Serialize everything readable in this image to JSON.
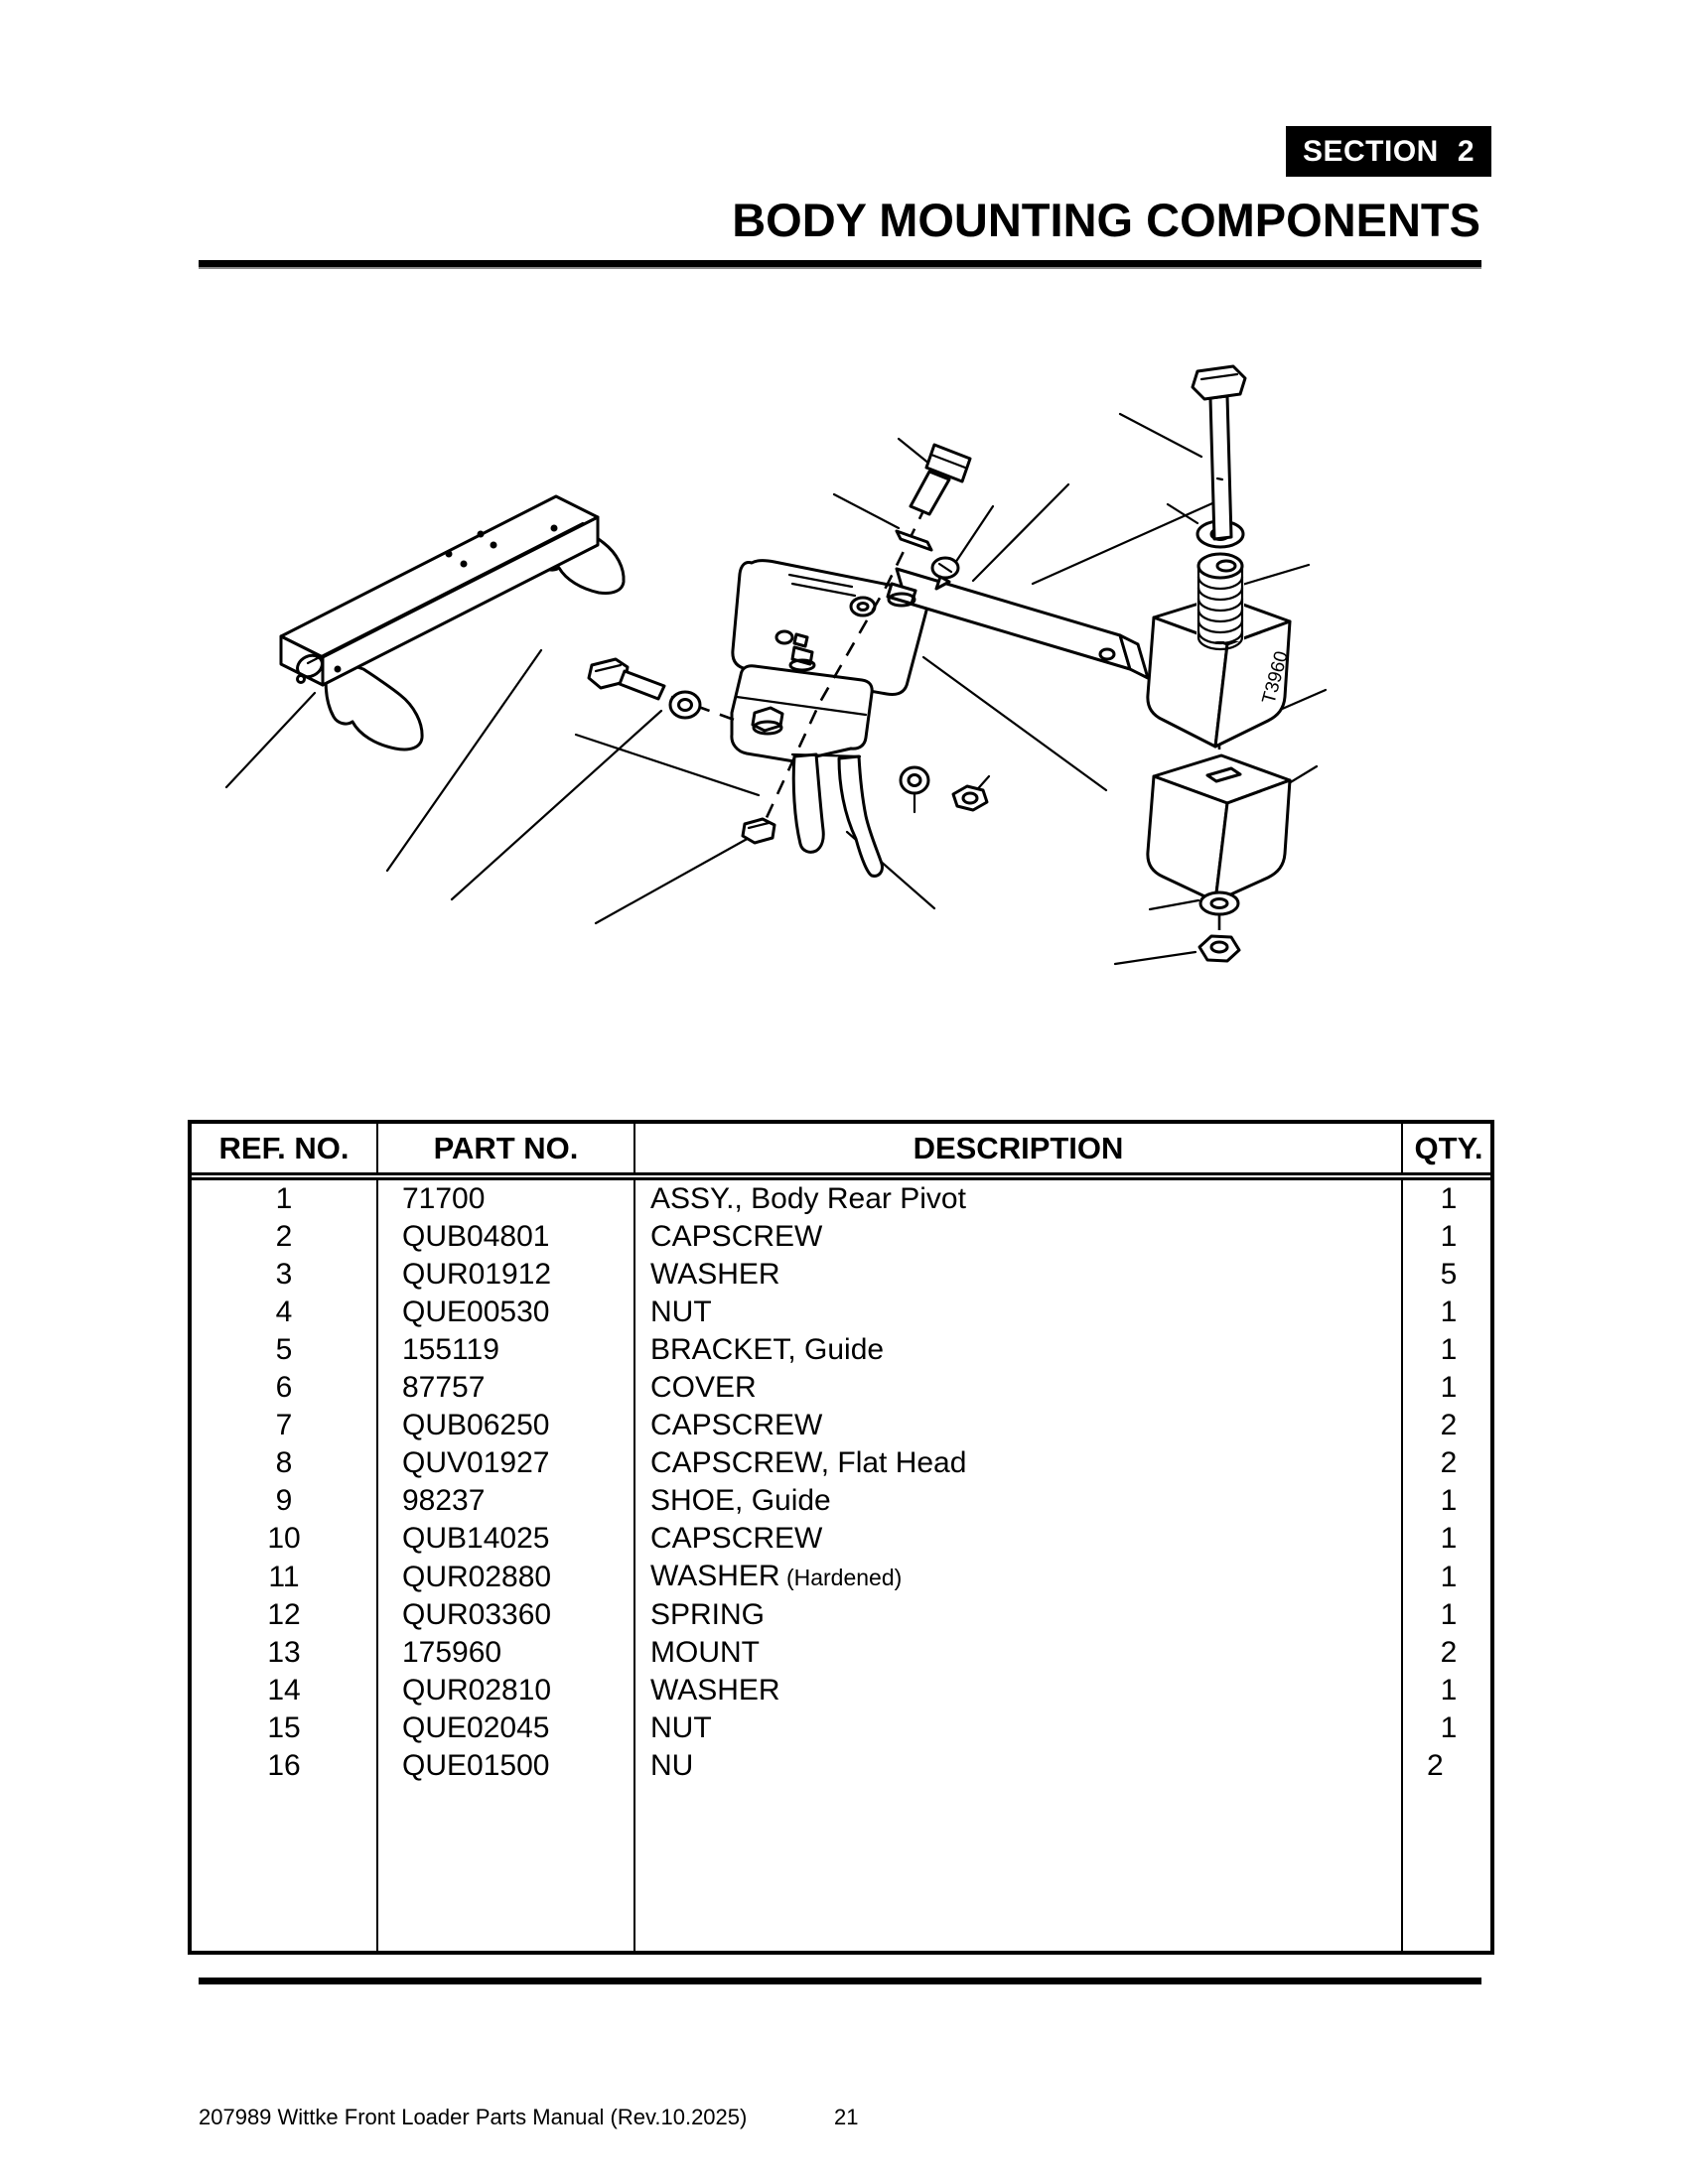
{
  "section_badge": {
    "label": "SECTION",
    "number": "2"
  },
  "title": "BODY MOUNTING COMPONENTS",
  "diagram": {
    "mount_label": "T3960"
  },
  "table": {
    "headers": [
      "REF. NO.",
      "PART NO.",
      "DESCRIPTION",
      "QTY."
    ],
    "rows": [
      {
        "ref": "1",
        "part": "71700",
        "desc": "ASSY., Body Rear Pivot",
        "note": "",
        "qty": "1"
      },
      {
        "ref": "2",
        "part": "QUB04801",
        "desc": "CAPSCREW",
        "note": "",
        "qty": "1"
      },
      {
        "ref": "3",
        "part": "QUR01912",
        "desc": "WASHER",
        "note": "",
        "qty": "5"
      },
      {
        "ref": "4",
        "part": "QUE00530",
        "desc": "NUT",
        "note": "",
        "qty": "1"
      },
      {
        "ref": "5",
        "part": "155119",
        "desc": "BRACKET, Guide",
        "note": "",
        "qty": "1"
      },
      {
        "ref": "6",
        "part": "87757",
        "desc": "COVER",
        "note": "",
        "qty": "1"
      },
      {
        "ref": "7",
        "part": "QUB06250",
        "desc": "CAPSCREW",
        "note": "",
        "qty": "2"
      },
      {
        "ref": "8",
        "part": "QUV01927",
        "desc": "CAPSCREW, Flat Head",
        "note": "",
        "qty": "2"
      },
      {
        "ref": "9",
        "part": "98237",
        "desc": "SHOE, Guide",
        "note": "",
        "qty": "1"
      },
      {
        "ref": "10",
        "part": "QUB14025",
        "desc": "CAPSCREW",
        "note": "",
        "qty": "1"
      },
      {
        "ref": "11",
        "part": "QUR02880",
        "desc": "WASHER",
        "note": "(Hardened)",
        "qty": "1"
      },
      {
        "ref": "12",
        "part": "QUR03360",
        "desc": "SPRING",
        "note": "",
        "qty": "1"
      },
      {
        "ref": "13",
        "part": "175960",
        "desc": "MOUNT",
        "note": "",
        "qty": "2"
      },
      {
        "ref": "14",
        "part": "QUR02810",
        "desc": "WASHER",
        "note": "",
        "qty": "1"
      },
      {
        "ref": "15",
        "part": "QUE02045",
        "desc": "NUT",
        "note": "",
        "qty": "1"
      },
      {
        "ref": "16",
        "part": "QUE01500",
        "desc": "NU",
        "note": "",
        "qty": "2"
      }
    ]
  },
  "footer": {
    "left": "207989 Wittke Front Loader Parts Manual (Rev.10.2025)",
    "page_number": "21"
  }
}
